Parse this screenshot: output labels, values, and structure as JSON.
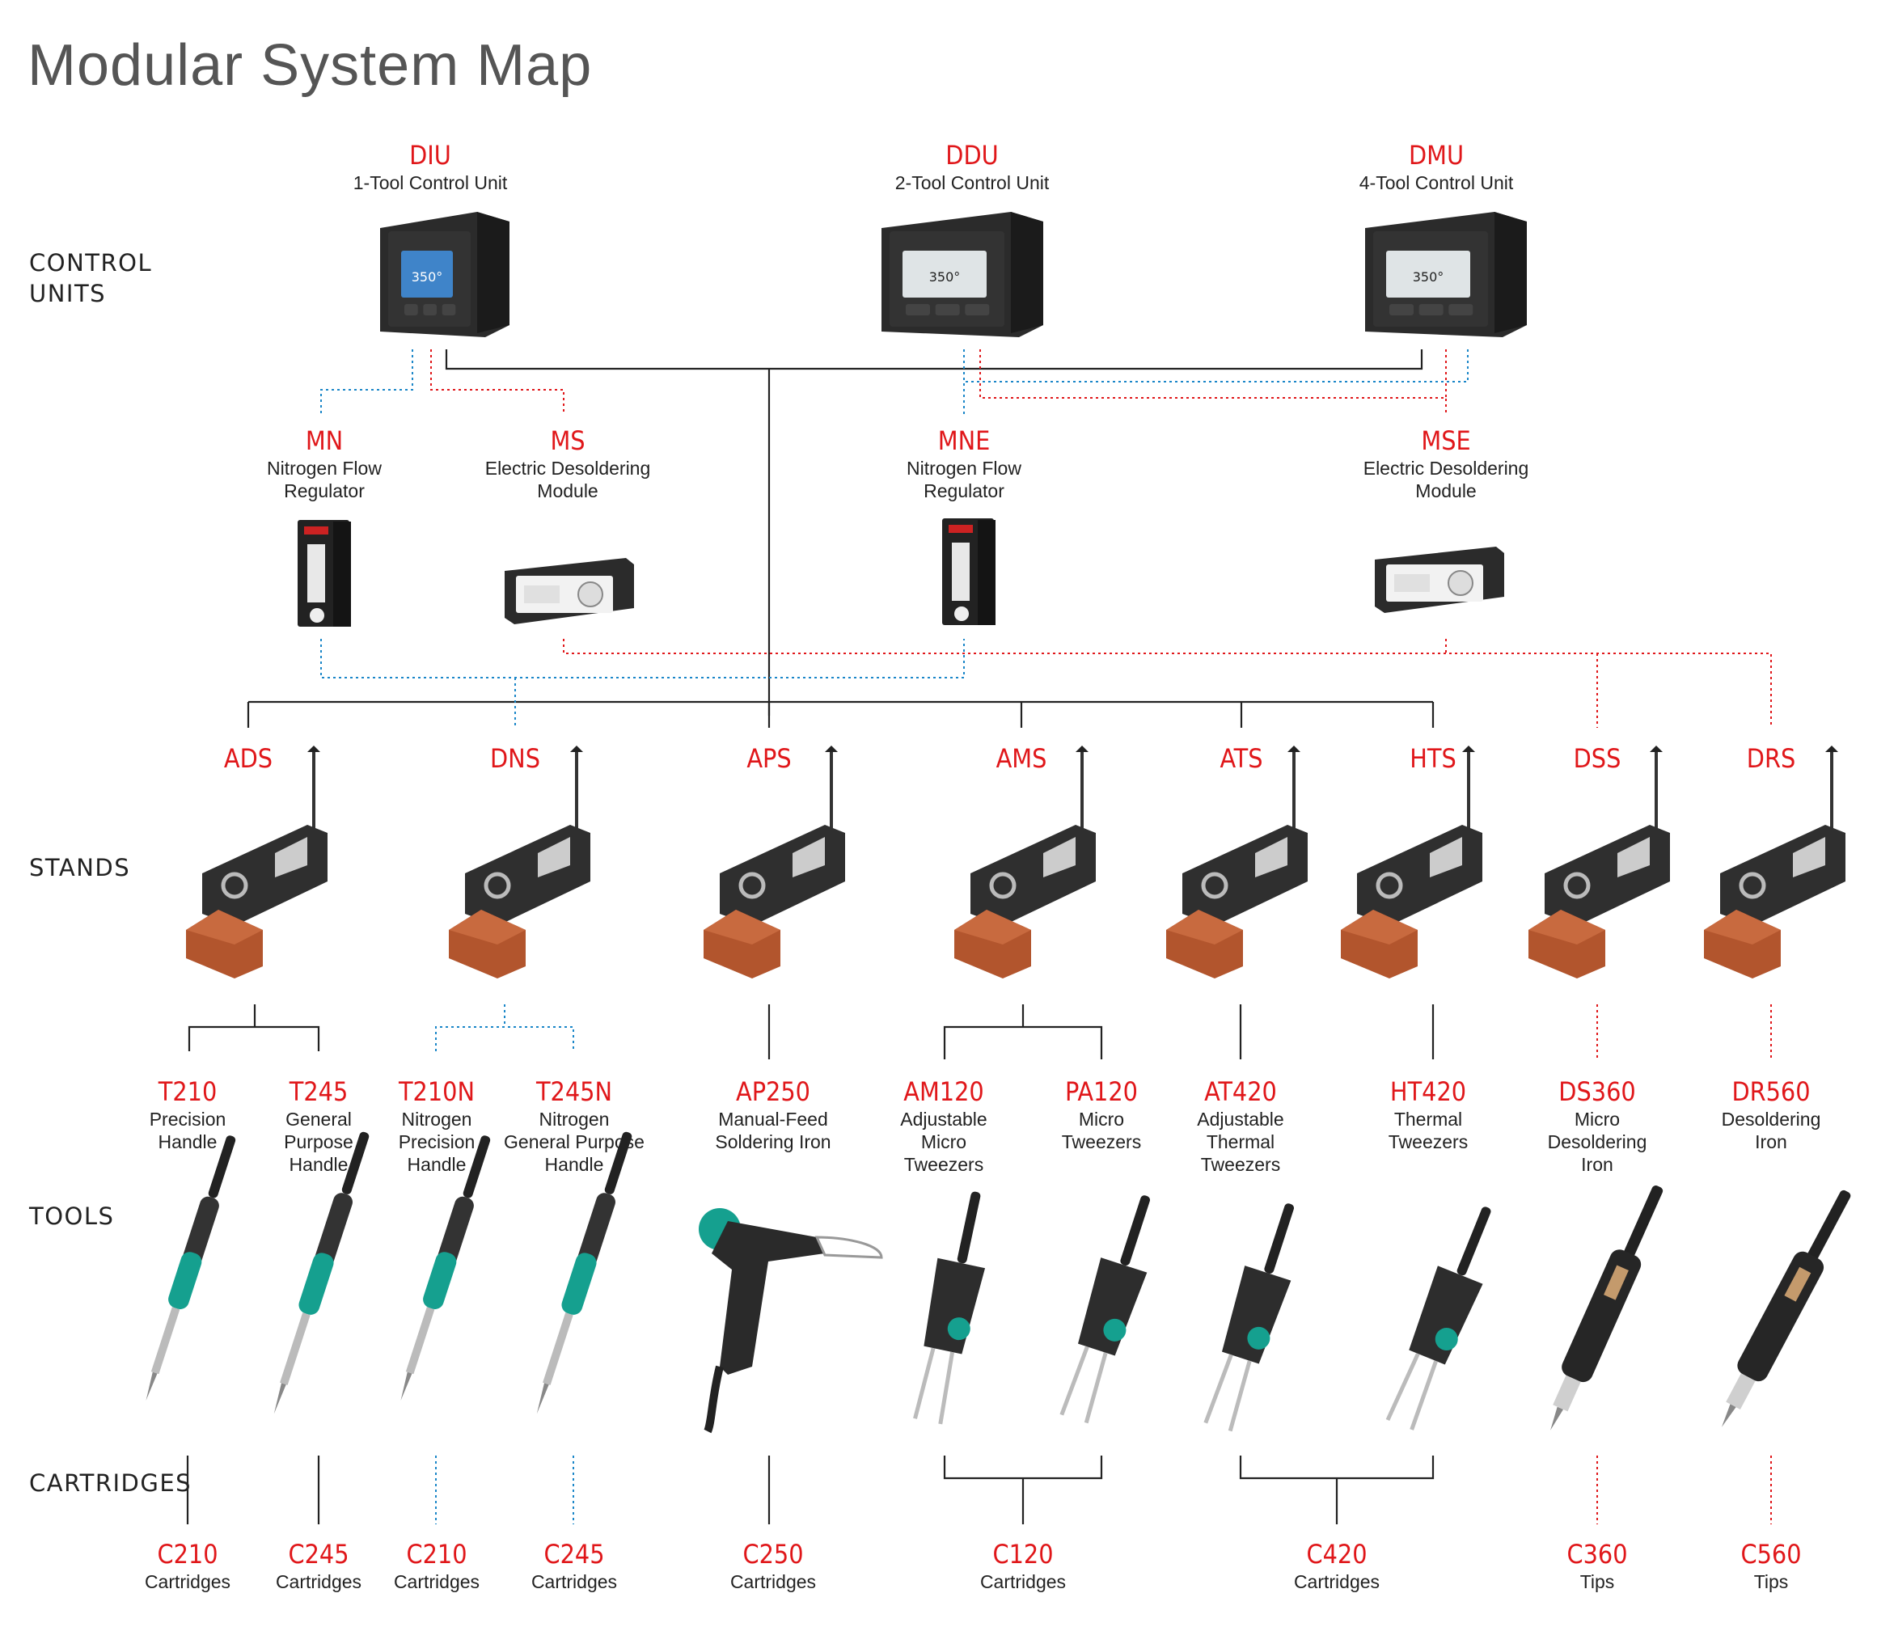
{
  "title": "Modular System Map",
  "sections": {
    "control_units": "CONTROL\nUNITS",
    "stands": "STANDS",
    "tools": "TOOLS",
    "cartridges": "CARTRIDGES"
  },
  "colors": {
    "accent_red": "#e0171a",
    "nitrogen_blue": "#1a86c8",
    "line_dark": "#222222",
    "handle_green": "#15a08f",
    "stand_orange": "#b2552d"
  },
  "control_units": [
    {
      "code": "DIU",
      "desc": "1-Tool Control Unit",
      "display": "350°"
    },
    {
      "code": "DDU",
      "desc": "2-Tool Control Unit",
      "display": "350°"
    },
    {
      "code": "DMU",
      "desc": "4-Tool Control Unit",
      "display": "350°"
    }
  ],
  "modules": [
    {
      "code": "MN",
      "desc": "Nitrogen Flow\nRegulator"
    },
    {
      "code": "MS",
      "desc": "Electric Desoldering\nModule"
    },
    {
      "code": "MNE",
      "desc": "Nitrogen Flow\nRegulator"
    },
    {
      "code": "MSE",
      "desc": "Electric Desoldering\nModule"
    }
  ],
  "stands": [
    "ADS",
    "DNS",
    "APS",
    "AMS",
    "ATS",
    "HTS",
    "DSS",
    "DRS"
  ],
  "tools": [
    {
      "code": "T210",
      "desc": "Precision\nHandle"
    },
    {
      "code": "T245",
      "desc": "General\nPurpose\nHandle"
    },
    {
      "code": "T210N",
      "desc": "Nitrogen\nPrecision\nHandle"
    },
    {
      "code": "T245N",
      "desc": "Nitrogen\nGeneral Purpose\nHandle"
    },
    {
      "code": "AP250",
      "desc": "Manual-Feed\nSoldering Iron"
    },
    {
      "code": "AM120",
      "desc": "Adjustable\nMicro\nTweezers"
    },
    {
      "code": "PA120",
      "desc": "Micro\nTweezers"
    },
    {
      "code": "AT420",
      "desc": "Adjustable\nThermal\nTweezers"
    },
    {
      "code": "HT420",
      "desc": "Thermal\nTweezers"
    },
    {
      "code": "DS360",
      "desc": "Micro\nDesoldering\nIron"
    },
    {
      "code": "DR560",
      "desc": "Desoldering\nIron"
    }
  ],
  "cartridges": [
    {
      "code": "C210",
      "desc": "Cartridges"
    },
    {
      "code": "C245",
      "desc": "Cartridges"
    },
    {
      "code": "C210",
      "desc": "Cartridges"
    },
    {
      "code": "C245",
      "desc": "Cartridges"
    },
    {
      "code": "C250",
      "desc": "Cartridges"
    },
    {
      "code": "C120",
      "desc": "Cartridges"
    },
    {
      "code": "C420",
      "desc": "Cartridges"
    },
    {
      "code": "C360",
      "desc": "Tips"
    },
    {
      "code": "C560",
      "desc": "Tips"
    }
  ]
}
